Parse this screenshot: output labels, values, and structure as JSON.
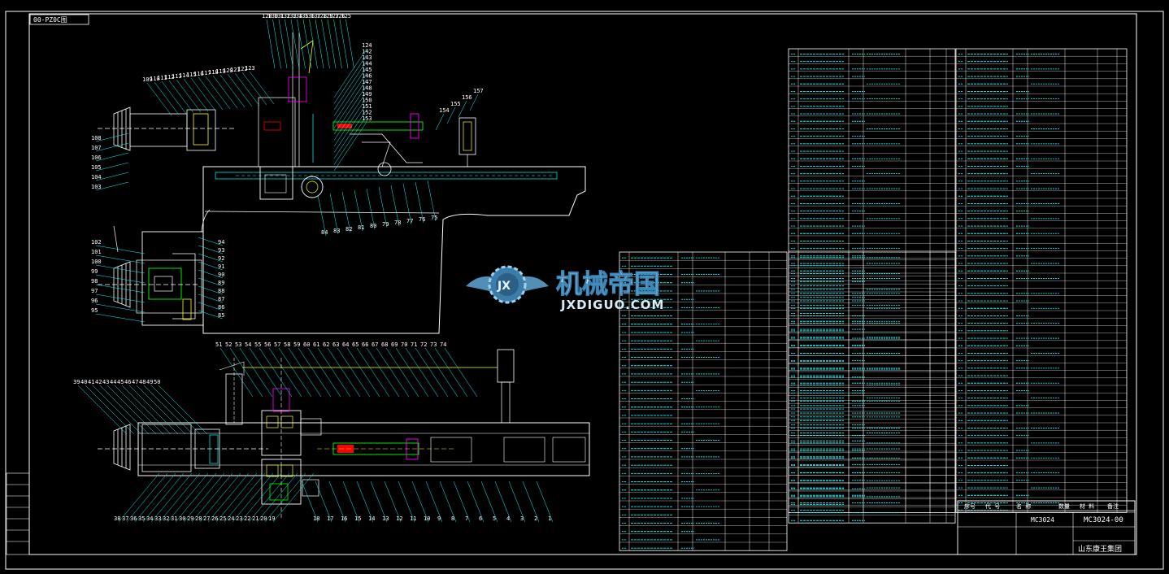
{
  "drawing": {
    "corner_tag": "00-PZ0C图",
    "title_block": {
      "drawing_number": "MC3024-00",
      "drawing_number_small": "MC3024",
      "company": "山东康王集团",
      "header_cells": [
        "序号",
        "代 号",
        "名 称",
        "数量",
        "材 料",
        "备注"
      ]
    },
    "watermark": {
      "text_cn": "机械帝国",
      "text_en": "JXDIGUO.COM",
      "logo_letters": "JX"
    },
    "colors": {
      "background": "#000000",
      "frame": "#ffffff",
      "cyan": "#00ffff",
      "yellow": "#ffff00",
      "green": "#00ff00",
      "red": "#ff0000",
      "magenta": "#ff00ff"
    }
  },
  "balloons": {
    "top_view_upper": [
      "120",
      "130",
      "131",
      "132",
      "133",
      "134",
      "135",
      "136",
      "137",
      "128",
      "129",
      "127",
      "126",
      "125",
      "124",
      "142",
      "143",
      "144",
      "145",
      "146",
      "147",
      "148",
      "149",
      "150",
      "151",
      "152",
      "153"
    ],
    "top_view_left": [
      "109",
      "110",
      "111",
      "112",
      "113",
      "114",
      "115",
      "116",
      "117",
      "118",
      "119",
      "120",
      "121",
      "122",
      "123"
    ],
    "top_view_right": [
      "154",
      "155",
      "156",
      "157"
    ],
    "left_side": [
      "108",
      "107",
      "106",
      "105",
      "104",
      "103",
      "102",
      "101",
      "100",
      "99",
      "98",
      "97",
      "96",
      "95",
      "94",
      "93",
      "92",
      "91",
      "90",
      "89",
      "88",
      "87",
      "86",
      "85",
      "84",
      "83",
      "82",
      "81",
      "80",
      "79",
      "78",
      "77",
      "76",
      "75"
    ],
    "front_top": [
      "51",
      "52",
      "53",
      "54",
      "55",
      "56",
      "57",
      "58",
      "59",
      "60",
      "61",
      "62",
      "63",
      "64",
      "65",
      "66",
      "67",
      "68",
      "69",
      "70",
      "71",
      "72",
      "73",
      "74"
    ],
    "front_left": [
      "39",
      "40",
      "41",
      "42",
      "43",
      "44",
      "45",
      "46",
      "47",
      "48",
      "49",
      "50"
    ],
    "front_bottom": [
      "38",
      "37",
      "36",
      "35",
      "34",
      "33",
      "32",
      "31",
      "30",
      "29",
      "28",
      "27",
      "26",
      "25",
      "24",
      "23",
      "22",
      "21",
      "20",
      "19",
      "18",
      "17",
      "16",
      "15",
      "14",
      "13",
      "12",
      "11",
      "10",
      "9",
      "8",
      "7",
      "6",
      "5",
      "4",
      "3",
      "2",
      "1"
    ]
  }
}
